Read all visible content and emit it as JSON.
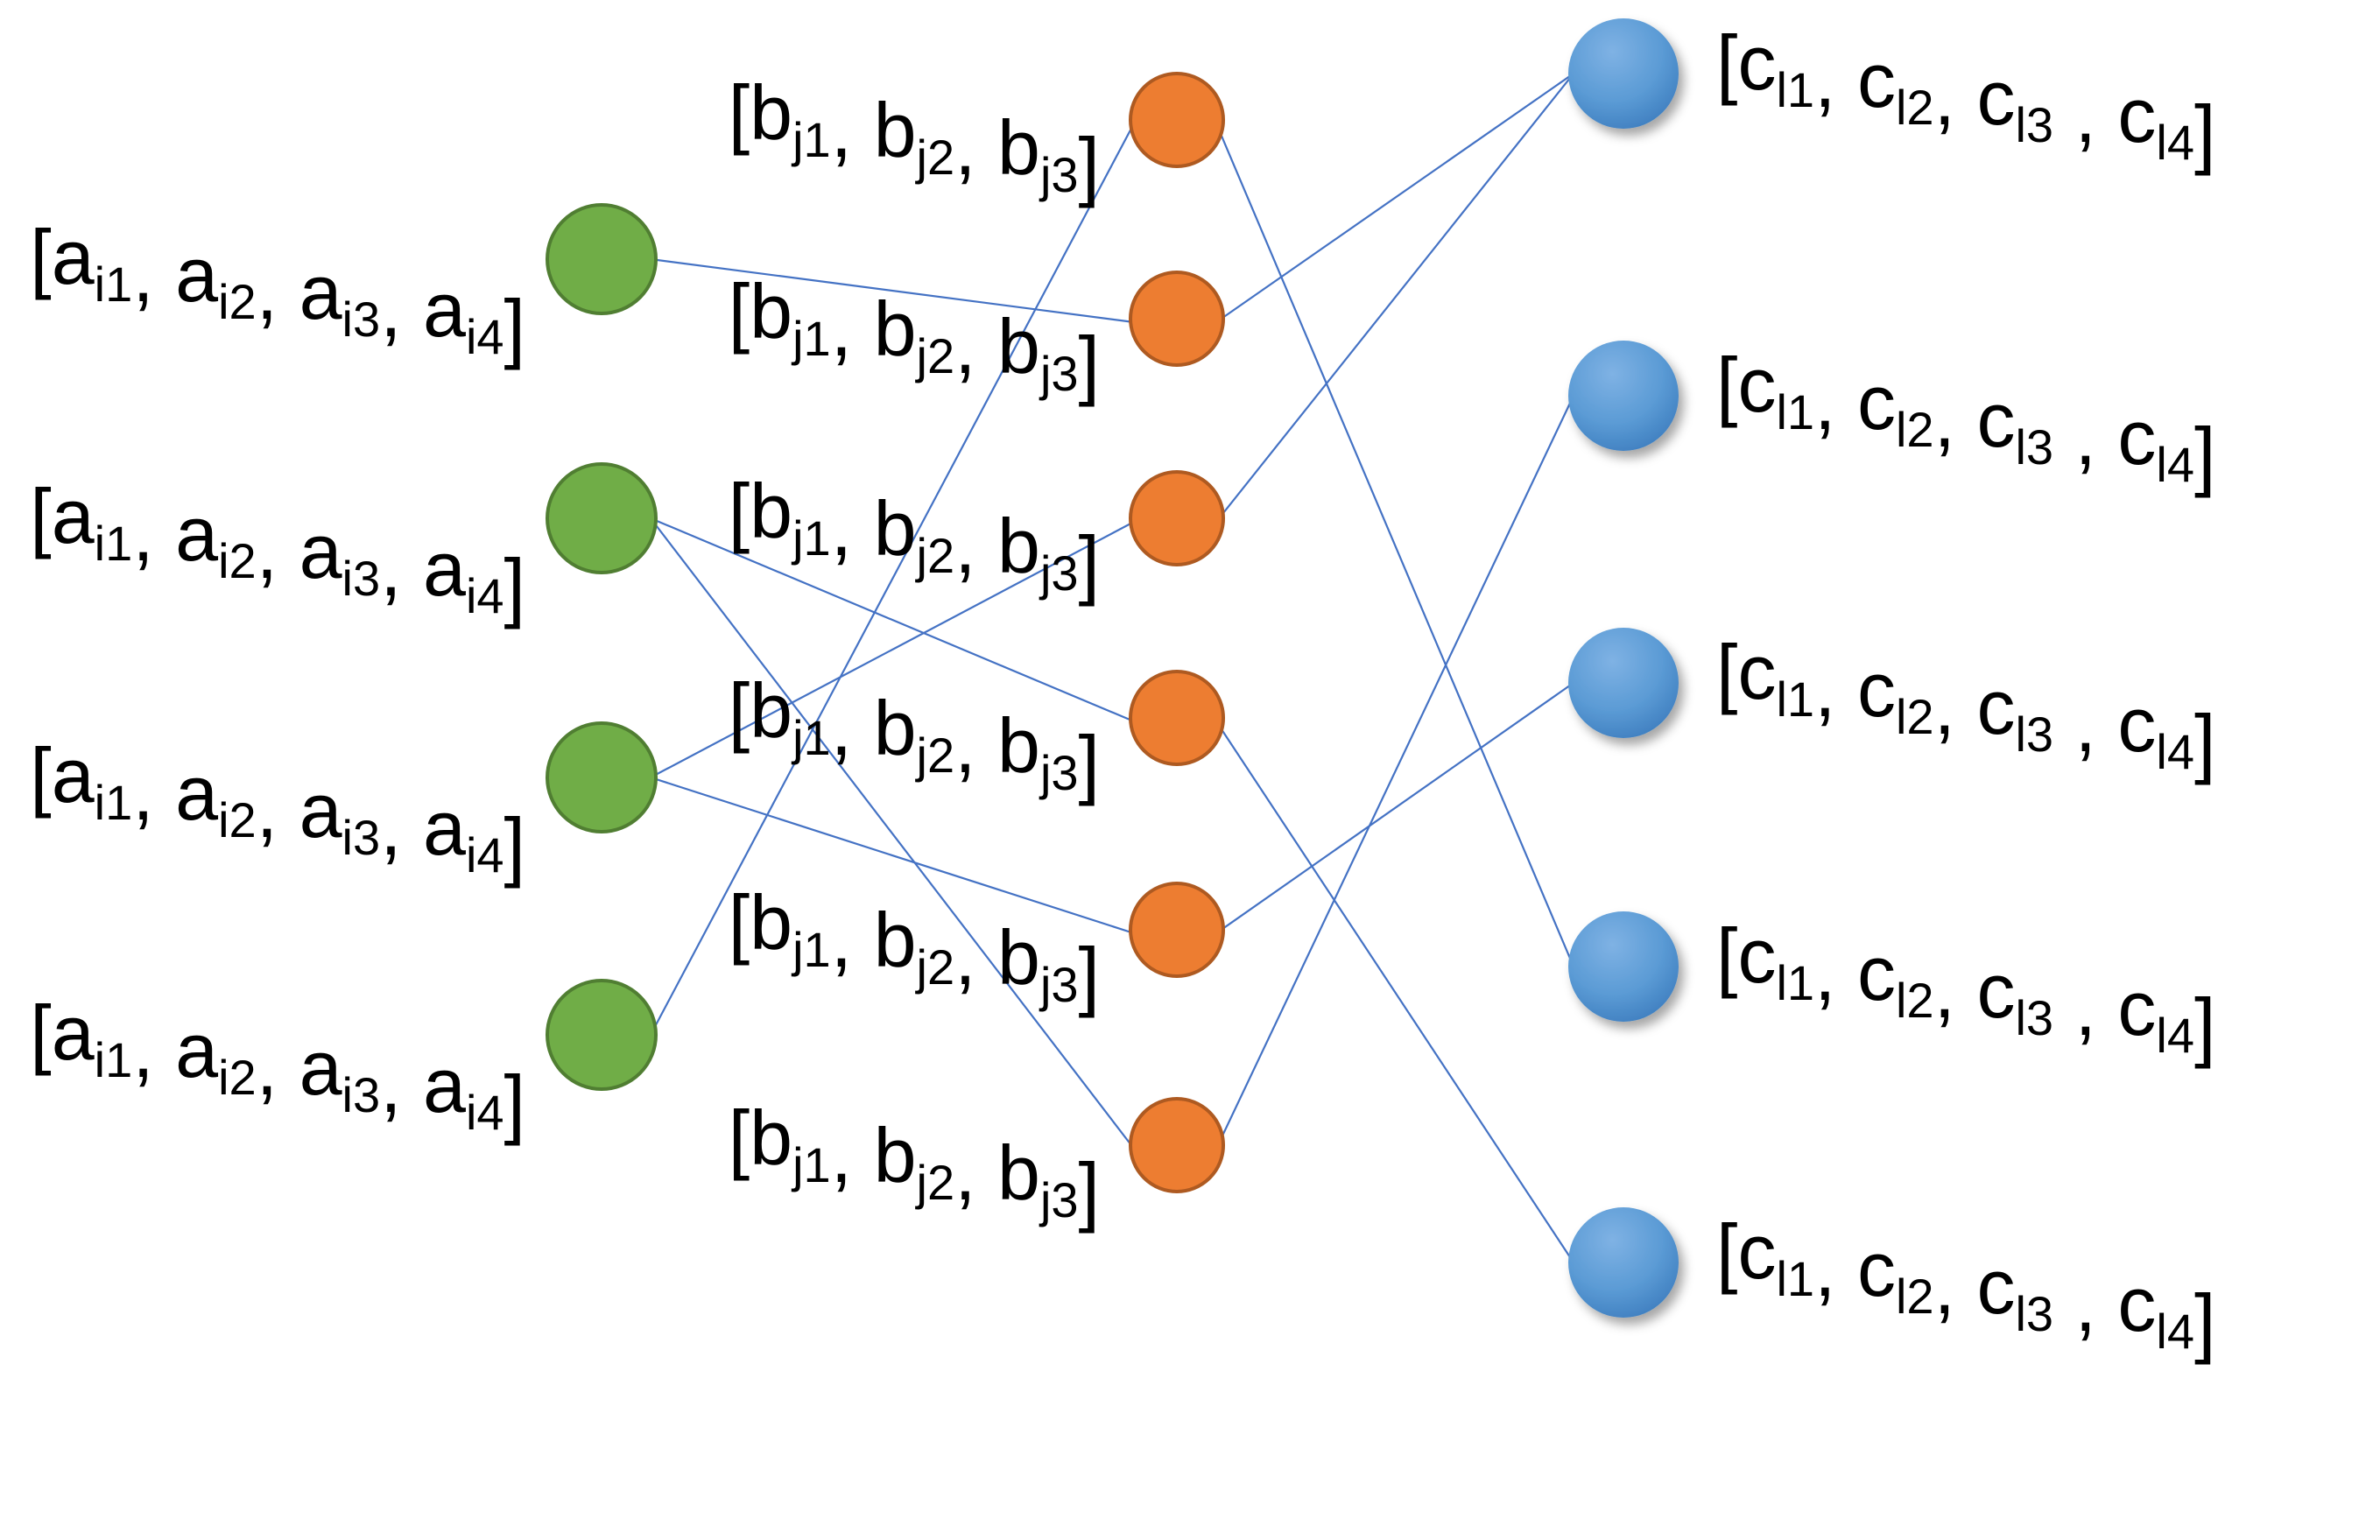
{
  "colors": {
    "layer_a_fill": "#70ad47",
    "layer_a_stroke": "#507e32",
    "layer_b_fill": "#ed7d31",
    "layer_b_stroke": "#ae5a21",
    "layer_c_fill": "#5b9bd5",
    "layer_c_stroke": "#41719c",
    "edge": "#4472c4"
  },
  "layers": {
    "a": {
      "label_template": [
        {
          "t": "[a"
        },
        {
          "sub": "i1"
        },
        {
          "t": ", a"
        },
        {
          "sub": "i2"
        },
        {
          "t": ", a"
        },
        {
          "sub": "i3"
        },
        {
          "t": ", a"
        },
        {
          "sub": "i4"
        },
        {
          "t": "]"
        }
      ],
      "count": 4
    },
    "b": {
      "label_template": [
        {
          "t": "[b"
        },
        {
          "sub": "j1"
        },
        {
          "t": ", b"
        },
        {
          "sub": "j2"
        },
        {
          "t": ", b"
        },
        {
          "sub": "j3"
        },
        {
          "t": "]"
        }
      ],
      "count": 6
    },
    "c": {
      "label_template": [
        {
          "t": "[c"
        },
        {
          "sub": "l1"
        },
        {
          "t": ", c"
        },
        {
          "sub": "l2"
        },
        {
          "t": ", c"
        },
        {
          "sub": "l3"
        },
        {
          "t": " , c"
        },
        {
          "sub": "l4"
        },
        {
          "t": "]"
        }
      ],
      "count": 5
    }
  },
  "edges": [
    {
      "from": "a1",
      "to": "b2"
    },
    {
      "from": "a2",
      "to": "b4"
    },
    {
      "from": "a2",
      "to": "b6"
    },
    {
      "from": "a3",
      "to": "b3"
    },
    {
      "from": "a3",
      "to": "b5"
    },
    {
      "from": "a4",
      "to": "b1"
    },
    {
      "from": "b1",
      "to": "c4"
    },
    {
      "from": "b2",
      "to": "c1"
    },
    {
      "from": "b3",
      "to": "c1"
    },
    {
      "from": "b4",
      "to": "c5"
    },
    {
      "from": "b5",
      "to": "c3"
    },
    {
      "from": "b6",
      "to": "c2"
    }
  ]
}
